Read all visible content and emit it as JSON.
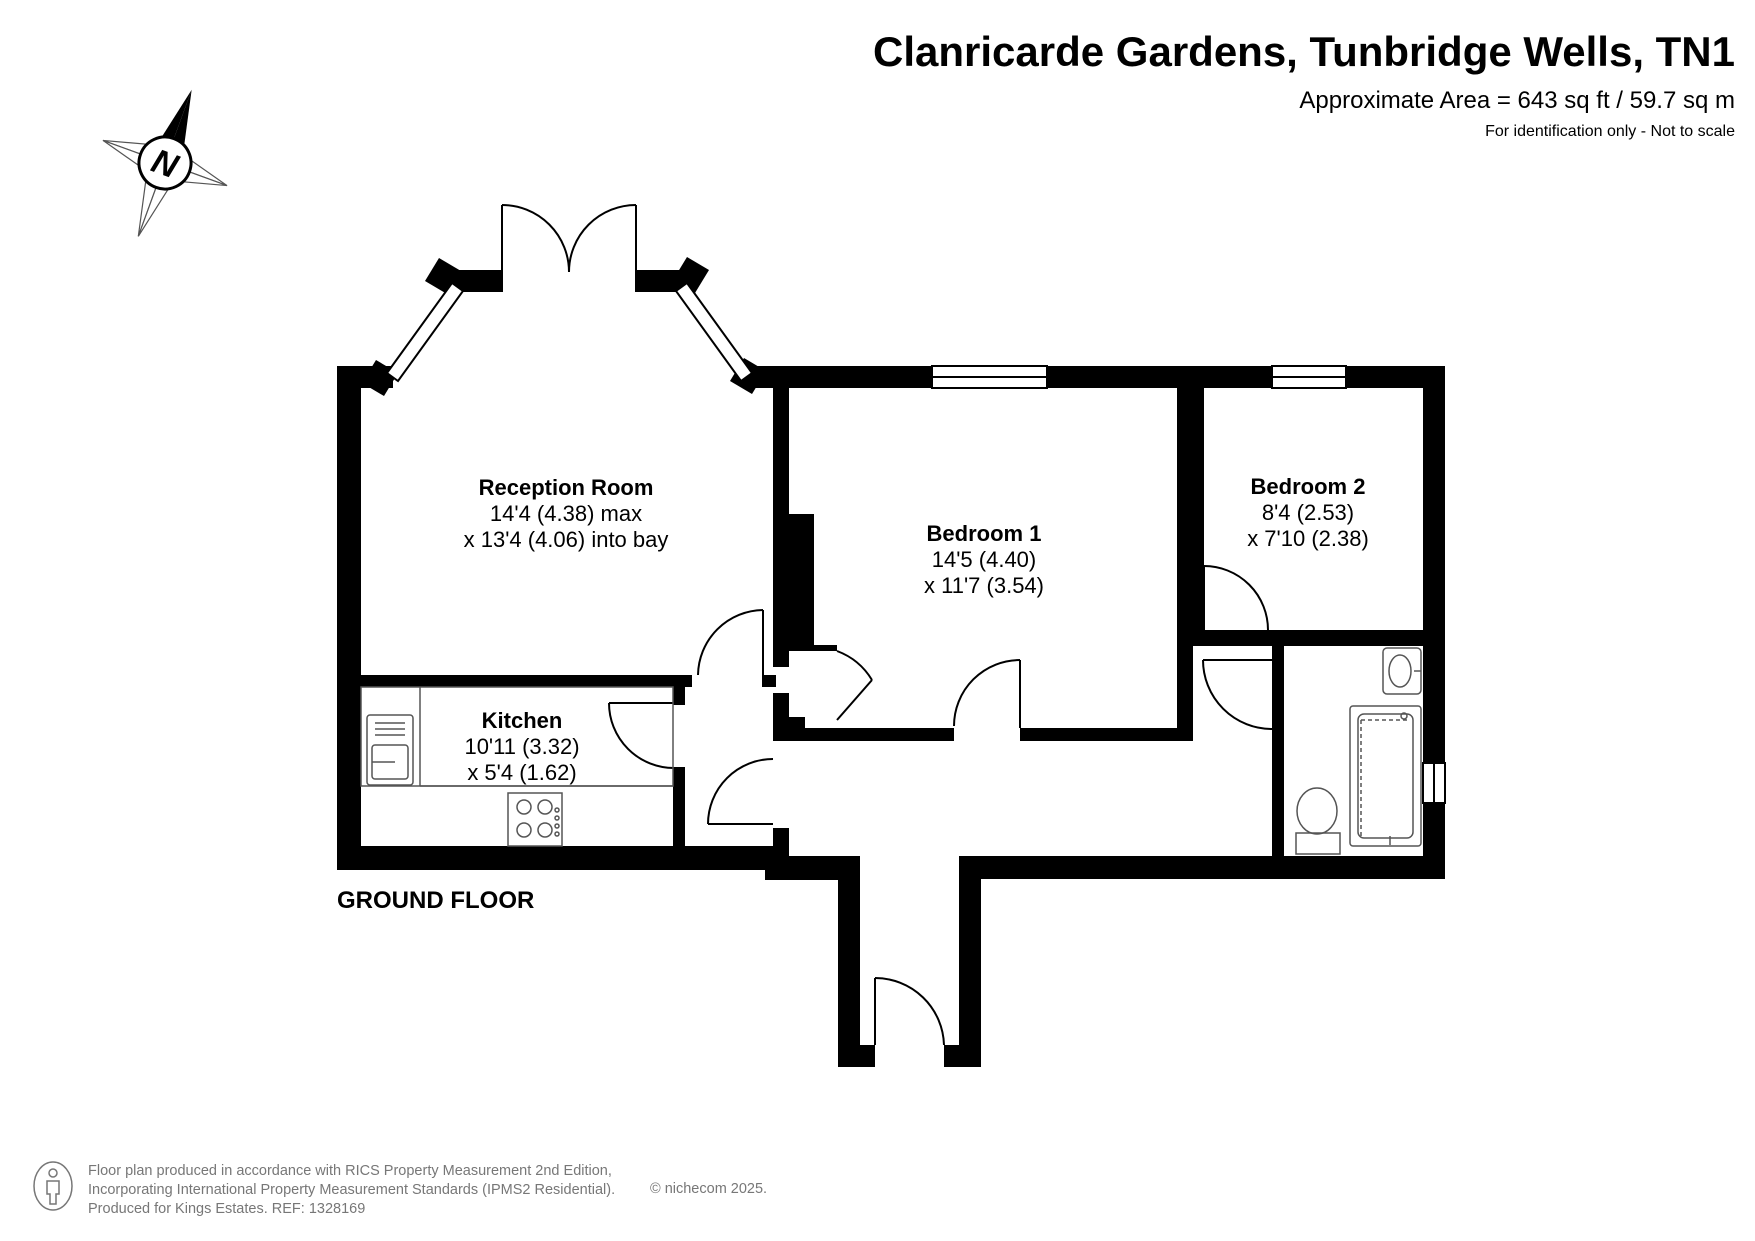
{
  "header": {
    "title": "Clanricarde Gardens, Tunbridge Wells, TN1",
    "area": "Approximate Area = 643 sq ft / 59.7 sq m",
    "disclaimer": "For identification only - Not to scale"
  },
  "compass": {
    "letter": "N",
    "icon": "compass-north-icon"
  },
  "rooms": [
    {
      "name": "Reception Room",
      "dim1": "14'4 (4.38) max",
      "dim2": "x 13'4 (4.06) into bay"
    },
    {
      "name": "Bedroom 1",
      "dim1": "14'5 (4.40)",
      "dim2": "x 11'7 (3.54)"
    },
    {
      "name": "Bedroom 2",
      "dim1": "8'4 (2.53)",
      "dim2": "x 7'10 (2.38)"
    },
    {
      "name": "Kitchen",
      "dim1": "10'11 (3.32)",
      "dim2": "x 5'4 (1.62)"
    }
  ],
  "floor": "GROUND FLOOR",
  "colors": {
    "wall": "#000000",
    "fixture": "#555555",
    "footer": "#777777"
  },
  "footer": {
    "line1": "Floor plan produced in accordance with RICS Property Measurement 2nd Edition,",
    "line2": "Incorporating International Property Measurement Standards (IPMS2 Residential).",
    "line3": "Produced for Kings Estates.   REF: 1328169",
    "copyright": "© nichecom 2025."
  }
}
